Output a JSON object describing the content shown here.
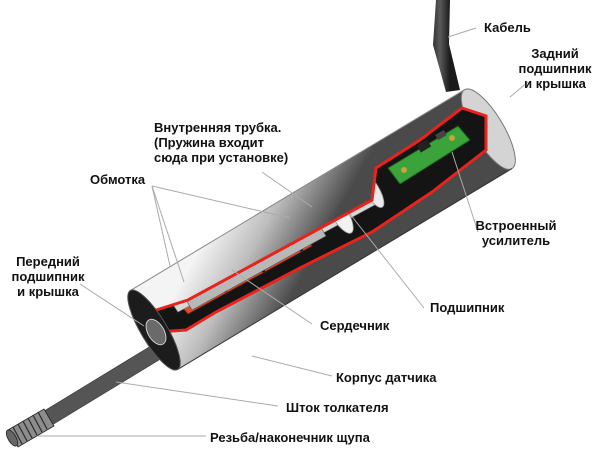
{
  "labels": {
    "cable": "Кабель",
    "rear_bearing": [
      "Задний",
      "подшипник",
      "и крышка"
    ],
    "inner_tube": [
      "Внутренняя трубка.",
      "(Пружина входит",
      "сюда при установке)"
    ],
    "winding": "Обмотка",
    "amplifier": [
      "Встроенный",
      "усилитель"
    ],
    "front_bearing": [
      "Передний",
      "подшипник",
      "и крышка"
    ],
    "bearing": "Подшипник",
    "core": "Сердечник",
    "housing": "Корпус датчика",
    "rod": "Шток толкателя",
    "thread": "Резьба/наконечник щупа"
  },
  "colors": {
    "cutaway_outline": "#e8231c",
    "coil": "#d9502a",
    "housing_metal": "#9a9a9a",
    "board": "#3aa33a"
  }
}
